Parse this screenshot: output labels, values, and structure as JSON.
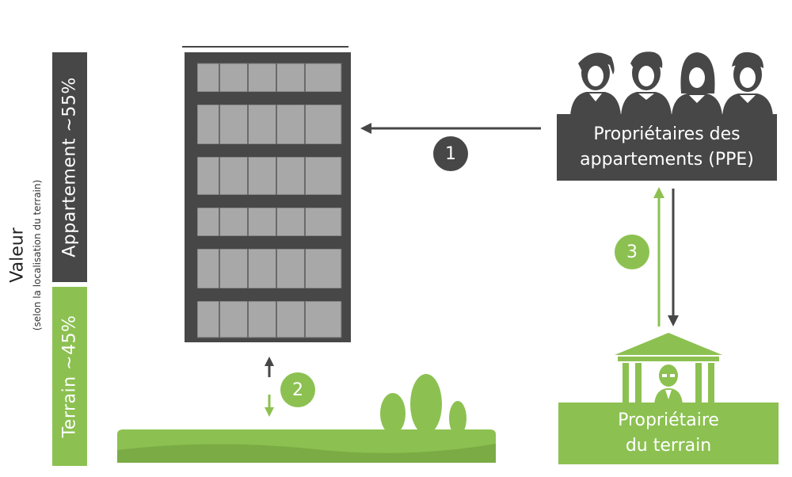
{
  "value_axis": {
    "title": "Valeur",
    "subtitle": "(selon la localisation du terrain)"
  },
  "apartment_bar": {
    "label": "Appartement ~55%",
    "share": 55,
    "color": "#474747"
  },
  "land_bar": {
    "label": "Terrain ~45%",
    "share": 45,
    "color": "#8cc151"
  },
  "owners": {
    "line1": "Propriétaires des",
    "line2": "appartements (PPE)"
  },
  "land_owner": {
    "line1": "Propriétaire",
    "line2": "du terrain"
  },
  "steps": [
    {
      "number": "1",
      "color": "#474747"
    },
    {
      "number": "2",
      "color": "#8cc151"
    },
    {
      "number": "3",
      "color": "#8cc151"
    }
  ],
  "colors": {
    "dark": "#474747",
    "green": "#8cc151",
    "light_gray": "#a8a8a8"
  }
}
